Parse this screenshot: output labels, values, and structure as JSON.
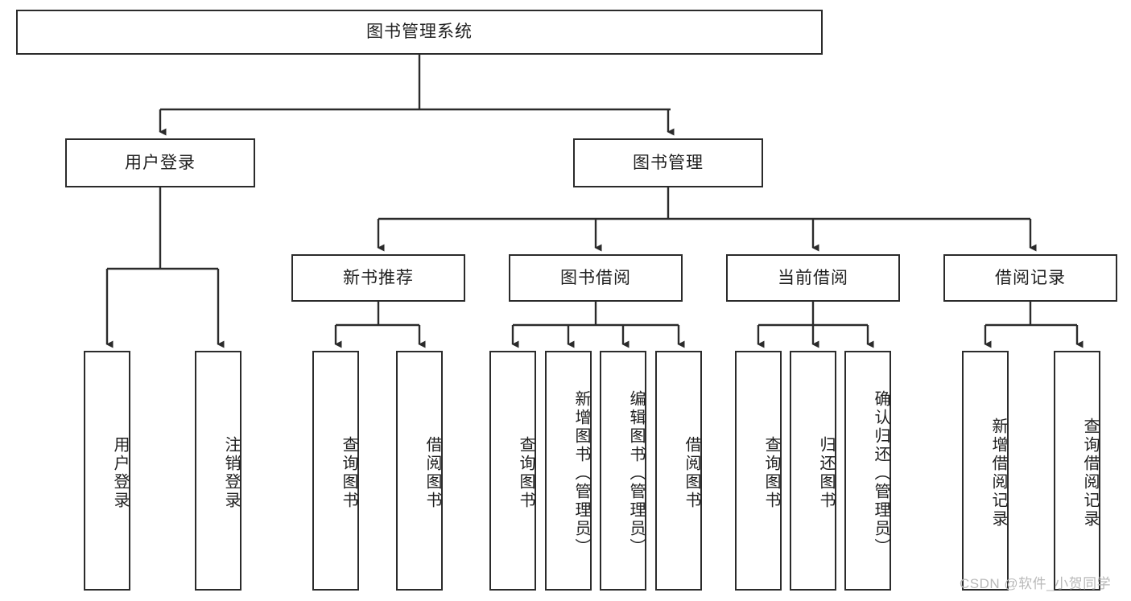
{
  "diagram": {
    "type": "tree-hierarchy",
    "title": "图书管理系统",
    "root": {
      "label": "图书管理系统"
    },
    "level2": [
      {
        "id": "user-login",
        "label": "用户登录"
      },
      {
        "id": "book-manage",
        "label": "图书管理"
      }
    ],
    "level3": [
      {
        "id": "new-book-recommend",
        "label": "新书推荐",
        "parent": "book-manage"
      },
      {
        "id": "book-borrow",
        "label": "图书借阅",
        "parent": "book-manage"
      },
      {
        "id": "current-borrow",
        "label": "当前借阅",
        "parent": "book-manage"
      },
      {
        "id": "borrow-record",
        "label": "借阅记录",
        "parent": "book-manage"
      }
    ],
    "leaves": {
      "user-login": [
        {
          "id": "leaf-user-login",
          "label": "用户登录"
        },
        {
          "id": "leaf-user-logout",
          "label": "注销登录"
        }
      ],
      "new-book-recommend": [
        {
          "id": "leaf-query-book-1",
          "label": "查询图书"
        },
        {
          "id": "leaf-borrow-book-1",
          "label": "借阅图书"
        }
      ],
      "book-borrow": [
        {
          "id": "leaf-query-book-2",
          "label": "查询图书"
        },
        {
          "id": "leaf-add-book",
          "label": "新增图书（管理员）"
        },
        {
          "id": "leaf-edit-book",
          "label": "编辑图书（管理员）"
        },
        {
          "id": "leaf-borrow-book-2",
          "label": "借阅图书"
        }
      ],
      "current-borrow": [
        {
          "id": "leaf-query-book-3",
          "label": "查询图书"
        },
        {
          "id": "leaf-return-book",
          "label": "归还图书"
        },
        {
          "id": "leaf-confirm-return",
          "label": "确认归还（管理员）"
        }
      ],
      "borrow-record": [
        {
          "id": "leaf-add-record",
          "label": "新增借阅记录"
        },
        {
          "id": "leaf-query-record",
          "label": "查询借阅记录"
        }
      ]
    }
  },
  "watermark": {
    "text": "CSDN @软件_小贺同学"
  },
  "colors": {
    "border": "#2b2b2b",
    "background": "#ffffff",
    "text": "#1f1f1f",
    "watermark": "#b9b9b9"
  }
}
